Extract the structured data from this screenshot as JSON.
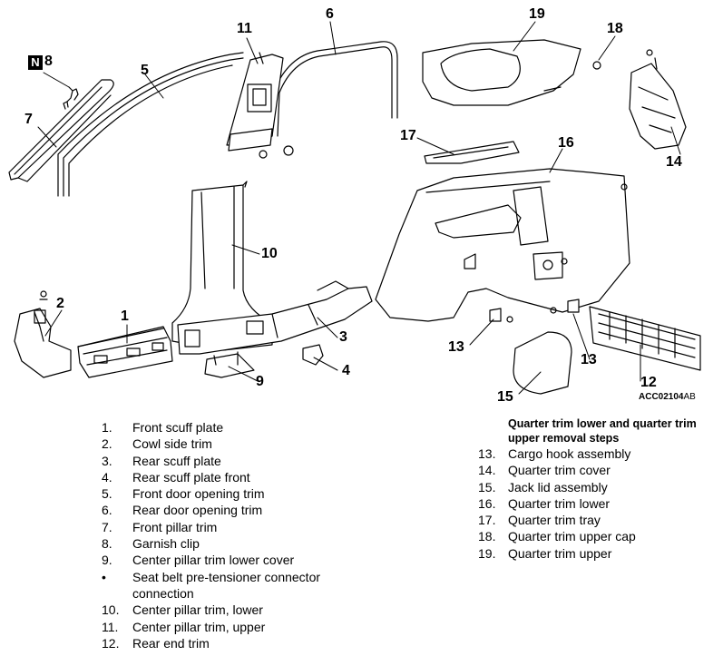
{
  "figure": {
    "callouts": [
      "1",
      "2",
      "3",
      "4",
      "5",
      "6",
      "7",
      "8",
      "9",
      "10",
      "11",
      "12",
      "13",
      "13",
      "14",
      "15",
      "16",
      "17",
      "18",
      "19"
    ],
    "n_badge": "N",
    "figure_code": "ACC02104",
    "figure_code_suffix": "AB"
  },
  "left_list": [
    {
      "num": "1.",
      "text": "Front scuff plate"
    },
    {
      "num": "2.",
      "text": "Cowl side trim"
    },
    {
      "num": "3.",
      "text": "Rear scuff plate"
    },
    {
      "num": "4.",
      "text": "Rear scuff plate front"
    },
    {
      "num": "5.",
      "text": "Front door opening trim"
    },
    {
      "num": "6.",
      "text": "Rear door opening trim"
    },
    {
      "num": "7.",
      "text": "Front pillar trim"
    },
    {
      "num": "8.",
      "text": "Garnish clip"
    },
    {
      "num": "9.",
      "text": "Center pillar trim lower cover"
    },
    {
      "num": "•",
      "text": "Seat belt pre-tensioner connector"
    },
    {
      "num": "",
      "text": "connection"
    },
    {
      "num": "10.",
      "text": "Center pillar trim, lower"
    },
    {
      "num": "11.",
      "text": "Center pillar trim, upper"
    },
    {
      "num": "12.",
      "text": "Rear end trim"
    }
  ],
  "steps_heading": "Quarter trim lower and quarter trim upper removal steps",
  "right_list": [
    {
      "num": "13.",
      "text": "Cargo hook assembly"
    },
    {
      "num": "14.",
      "text": "Quarter trim cover"
    },
    {
      "num": "15.",
      "text": "Jack lid assembly"
    },
    {
      "num": "16.",
      "text": "Quarter trim lower"
    },
    {
      "num": "17.",
      "text": "Quarter trim tray"
    },
    {
      "num": "18.",
      "text": "Quarter trim upper cap"
    },
    {
      "num": "19.",
      "text": "Quarter trim upper"
    }
  ]
}
